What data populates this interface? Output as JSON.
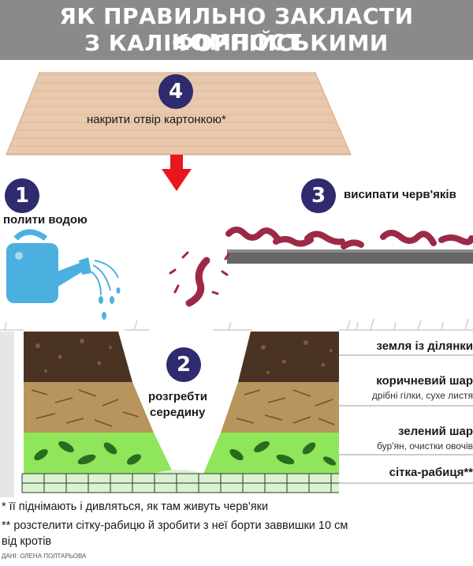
{
  "header": {
    "title_line1": "ЯК ПРАВИЛЬНО ЗАКЛАСТИ КОМПОСТ",
    "title_line2": "З КАЛІФОРНІЙСЬКИМИ ЧЕРВ’ЯКАМИ"
  },
  "steps": [
    {
      "number": "1",
      "label": "полити водою",
      "icon": "watering-can-icon"
    },
    {
      "number": "2",
      "label_line1": "розгребти",
      "label_line2": "середину"
    },
    {
      "number": "3",
      "label": "висипати черв'яків",
      "icon": "worm-icon"
    },
    {
      "number": "4",
      "label": "накрити отвір картонкою*",
      "icon": "arrow-down-icon"
    }
  ],
  "layers": [
    {
      "title": "земля із ділянки",
      "subtitle": "",
      "color": "#4a3322"
    },
    {
      "title": "коричневий шар",
      "subtitle": "дрібні гілки, сухе листя",
      "color": "#b8955c"
    },
    {
      "title": "зелений шар",
      "subtitle": "бур'ян, очистки овочів",
      "color": "#8fe65a"
    },
    {
      "title": "сітка-рабиця**",
      "subtitle": "",
      "color": "#d9f2cf"
    }
  ],
  "colors": {
    "header_bg": "#8a8a8a",
    "badge": "#2e2b6e",
    "cardboard": "#e9c9ad",
    "water": "#4bb0e0",
    "worm": "#9c2a47",
    "arrow": "#e8171d"
  },
  "footnotes": {
    "note1": "* її піднімають і дивляться, як там живуть черв'яки",
    "note2": "** розстелити сітку-рабицю й зробити з неї борти заввишки 10 см",
    "note3": "від кротів",
    "credit": "ДАНІ: ОЛЕНА ПОЛТАРЬОВА"
  }
}
